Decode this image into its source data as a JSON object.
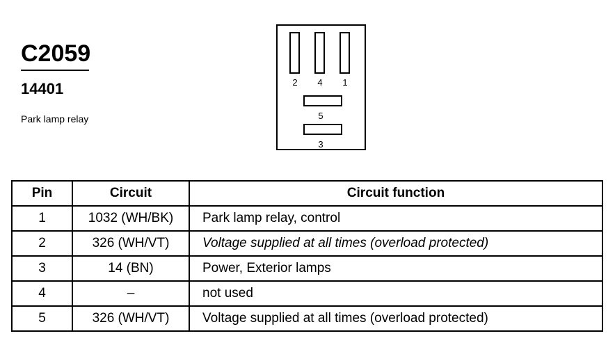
{
  "header": {
    "connector_id": "C2059",
    "part_number": "14401",
    "description": "Park lamp relay"
  },
  "connector_face": {
    "top_terminal_labels": [
      "2",
      "4",
      "1"
    ],
    "middle_terminal_label": "5",
    "bottom_terminal_label": "3"
  },
  "table": {
    "headers": [
      "Pin",
      "Circuit",
      "Circuit function"
    ],
    "rows": [
      {
        "pin": "1",
        "circuit": "1032 (WH/BK)",
        "function": "Park lamp relay, control"
      },
      {
        "pin": "2",
        "circuit": "326 (WH/VT)",
        "function": "Voltage supplied at all times (overload protected)"
      },
      {
        "pin": "3",
        "circuit": "14 (BN)",
        "function": "Power, Exterior lamps"
      },
      {
        "pin": "4",
        "circuit": "–",
        "function": "not used"
      },
      {
        "pin": "5",
        "circuit": "326 (WH/VT)",
        "function": "Voltage supplied at all times (overload protected)"
      }
    ]
  }
}
